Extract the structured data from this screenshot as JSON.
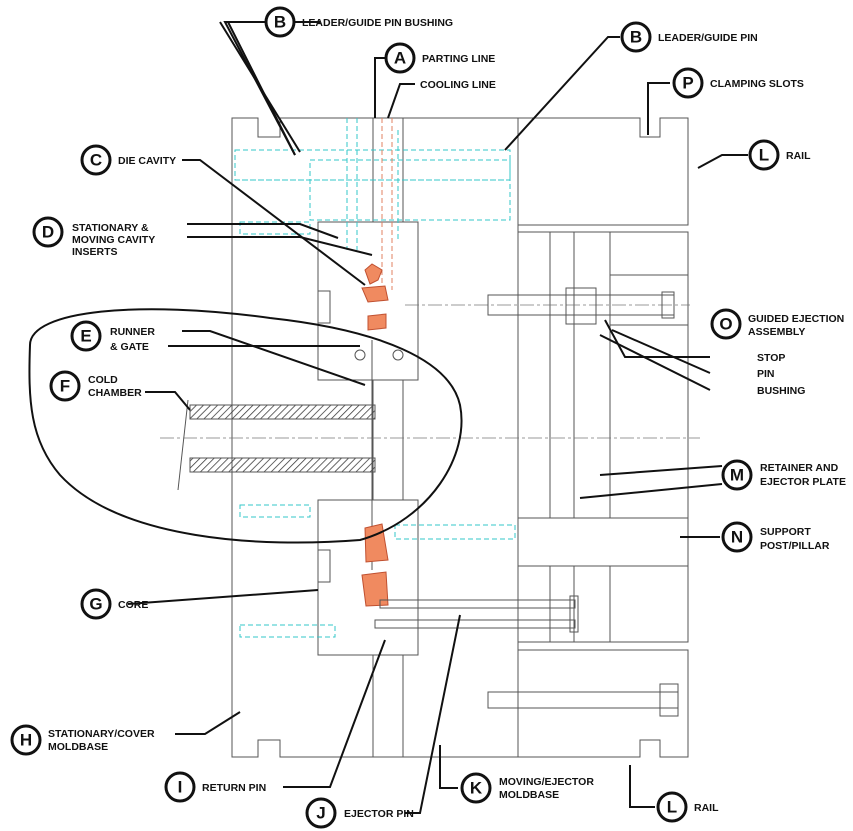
{
  "callouts": {
    "B_top": {
      "letter": "B",
      "label": "LEADER/GUIDE PIN BUSHING"
    },
    "A": {
      "letter": "A",
      "label": "PARTING LINE"
    },
    "cooling": {
      "label": "COOLING LINE"
    },
    "B_right": {
      "letter": "B",
      "label": "LEADER/GUIDE PIN"
    },
    "P": {
      "letter": "P",
      "label": "CLAMPING SLOTS"
    },
    "C": {
      "letter": "C",
      "label": "DIE CAVITY"
    },
    "L_top": {
      "letter": "L",
      "label": "RAIL"
    },
    "D": {
      "letter": "D",
      "label_1": "STATIONARY &",
      "label_2": "MOVING CAVITY",
      "label_3": "INSERTS"
    },
    "E": {
      "letter": "E",
      "label_1": "RUNNER",
      "label_2": "& GATE"
    },
    "O": {
      "letter": "O",
      "label_1": "GUIDED EJECTION",
      "label_2": "ASSEMBLY"
    },
    "stop": {
      "label": "STOP"
    },
    "pin": {
      "label": "PIN"
    },
    "bushing": {
      "label": "BUSHING"
    },
    "F": {
      "letter": "F",
      "label_1": "COLD",
      "label_2": "CHAMBER"
    },
    "M": {
      "letter": "M",
      "label_1": "RETAINER AND",
      "label_2": "EJECTOR PLATE"
    },
    "N": {
      "letter": "N",
      "label_1": "SUPPORT",
      "label_2": "POST/PILLAR"
    },
    "G": {
      "letter": "G",
      "label": "CORE"
    },
    "H": {
      "letter": "H",
      "label_1": "STATIONARY/COVER",
      "label_2": "MOLDBASE"
    },
    "I": {
      "letter": "I",
      "label": "RETURN PIN"
    },
    "J": {
      "letter": "J",
      "label": "EJECTOR PIN"
    },
    "K": {
      "letter": "K",
      "label_1": "MOVING/EJECTOR",
      "label_2": "MOLDBASE"
    },
    "L_bottom": {
      "letter": "L",
      "label": "RAIL"
    }
  },
  "colors": {
    "cavity": "#f08a60",
    "cooling_guides": "#33c7c9",
    "cooling_red": "#e08060",
    "ink": "#111111"
  }
}
